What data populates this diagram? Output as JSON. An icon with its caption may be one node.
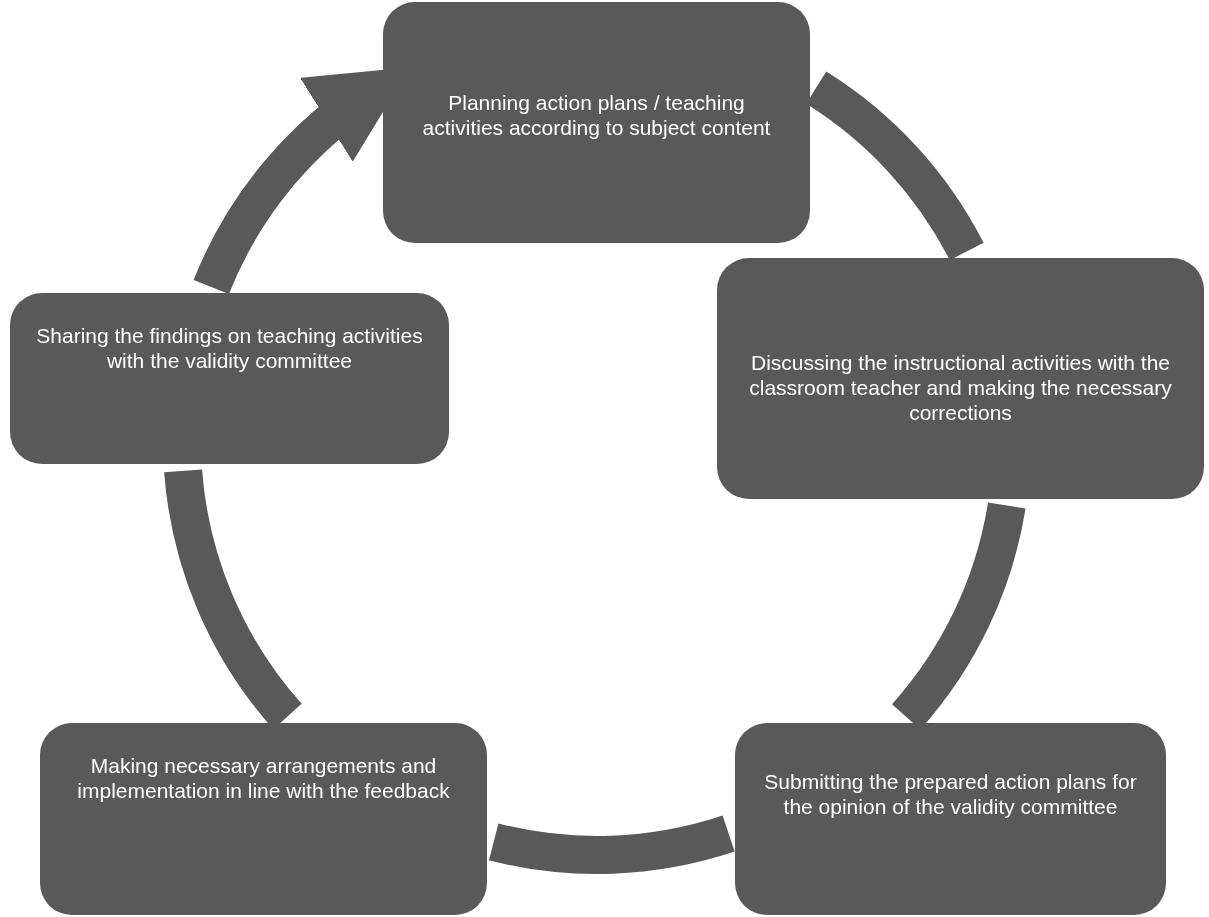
{
  "diagram": {
    "nodes": [
      {
        "text": [
          "Planning action plans / teaching activities according to subject content"
        ]
      },
      {
        "text": [
          "Discussing the instructional activities with the classroom teacher and making the necessary corrections"
        ]
      },
      {
        "text": [
          "Submitting the prepared action plans for the opinion of the validity committee"
        ]
      },
      {
        "text": [
          "Making necessary arrangements and implementation in line with the feedback"
        ]
      },
      {
        "text": [
          "Sharing the findings on teaching activities with the validity committee"
        ]
      }
    ],
    "edges": [
      {
        "from": 0,
        "to": 1,
        "arrow": "none"
      },
      {
        "from": 1,
        "to": 2,
        "arrow": "none"
      },
      {
        "from": 2,
        "to": 3,
        "arrow": "none"
      },
      {
        "from": 3,
        "to": 4,
        "arrow": "none"
      },
      {
        "from": 4,
        "to": 0,
        "arrow": "to"
      }
    ]
  }
}
